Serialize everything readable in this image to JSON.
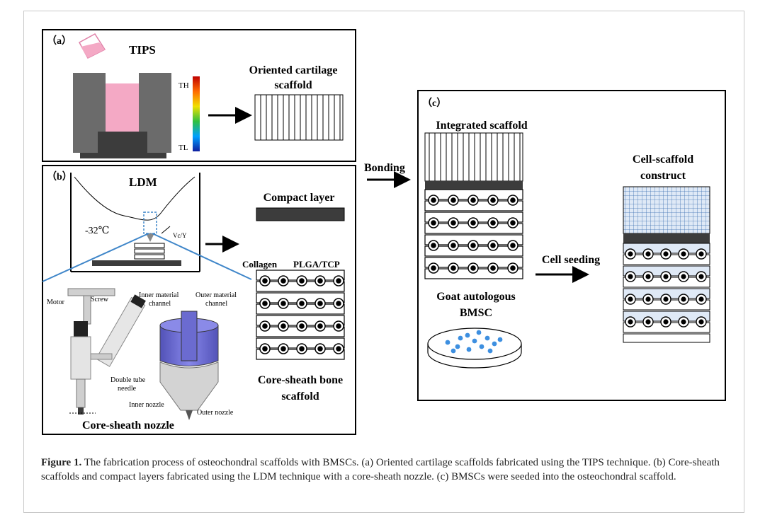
{
  "panel_a": {
    "label": "（a）",
    "method": "TIPS",
    "temp_high": "TH",
    "temp_low": "TL",
    "result_line1": "Oriented cartilage",
    "result_line2": "scaffold"
  },
  "panel_b": {
    "label": "（b）",
    "method": "LDM",
    "temperature": "-32℃",
    "velocity": "Vc/Y",
    "compact_layer": "Compact layer",
    "collagen": "Collagen",
    "plga_tcp": "PLGA/TCP",
    "motor": "Motor",
    "screw": "Screw",
    "inner_channel_line1": "Inner material",
    "inner_channel_line2": "channel",
    "outer_channel_line1": "Outer material",
    "outer_channel_line2": "channel",
    "double_tube_line1": "Double tube",
    "double_tube_line2": "needle",
    "inner_nozzle": "Inner nozzle",
    "outer_nozzle": "Outer nozzle",
    "nozzle_title": "Core-sheath  nozzle",
    "bone_line1": "Core-sheath bone",
    "bone_line2": "scaffold"
  },
  "bonding": "Bonding",
  "panel_c": {
    "label": "（c）",
    "integrated": "Integrated scaffold",
    "goat_line1": "Goat autologous",
    "goat_line2": "BMSC",
    "seeding": "Cell seeding",
    "construct_line1": "Cell-scaffold",
    "construct_line2": "construct"
  },
  "caption": {
    "figure_label": "Figure 1.",
    "text": " The fabrication process of osteochondral scaffolds with BMSCs. (a) Oriented cartilage scaffolds fabricated using the TIPS technique. (b) Core-sheath scaffolds and compact layers fabricated using the LDM technique with a core-sheath nozzle. (c) BMSCs were seeded into the osteochondral scaffold."
  },
  "colors": {
    "pink": "#f4a9c5",
    "mold_gray": "#6b6b6b",
    "dark_block": "#3c3c3c",
    "blue_lines": "#3f86c9",
    "dots": "#3d8fe0",
    "nozzle_purple": "#5a5ad0"
  }
}
